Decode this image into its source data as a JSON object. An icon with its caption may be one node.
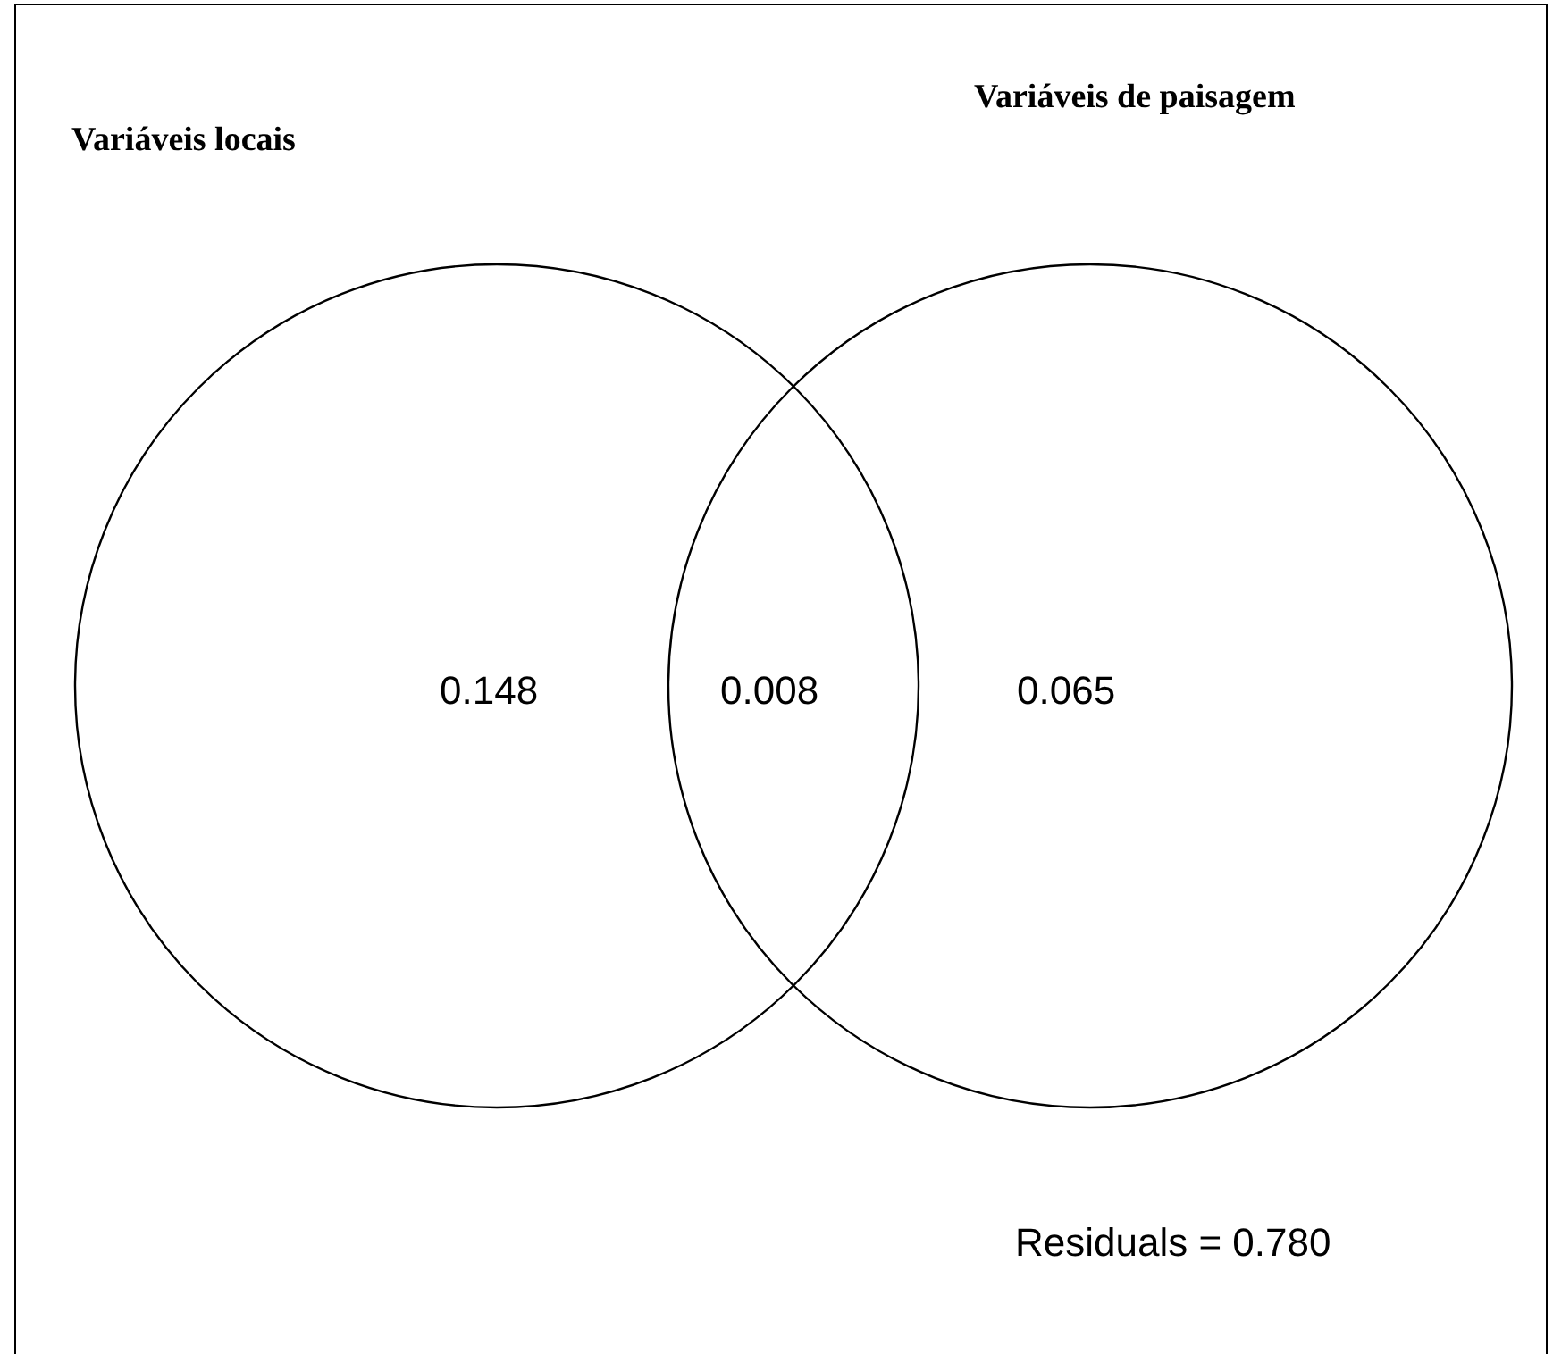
{
  "diagram": {
    "nodes": [
      {
        "text": [
          "Variáveis locais",
          "0.148"
        ]
      },
      {
        "text": [
          "Variáveis de paisagem",
          "0.065"
        ]
      }
    ],
    "labels": [
      "0.008",
      "Residuals = 0.780"
    ]
  }
}
